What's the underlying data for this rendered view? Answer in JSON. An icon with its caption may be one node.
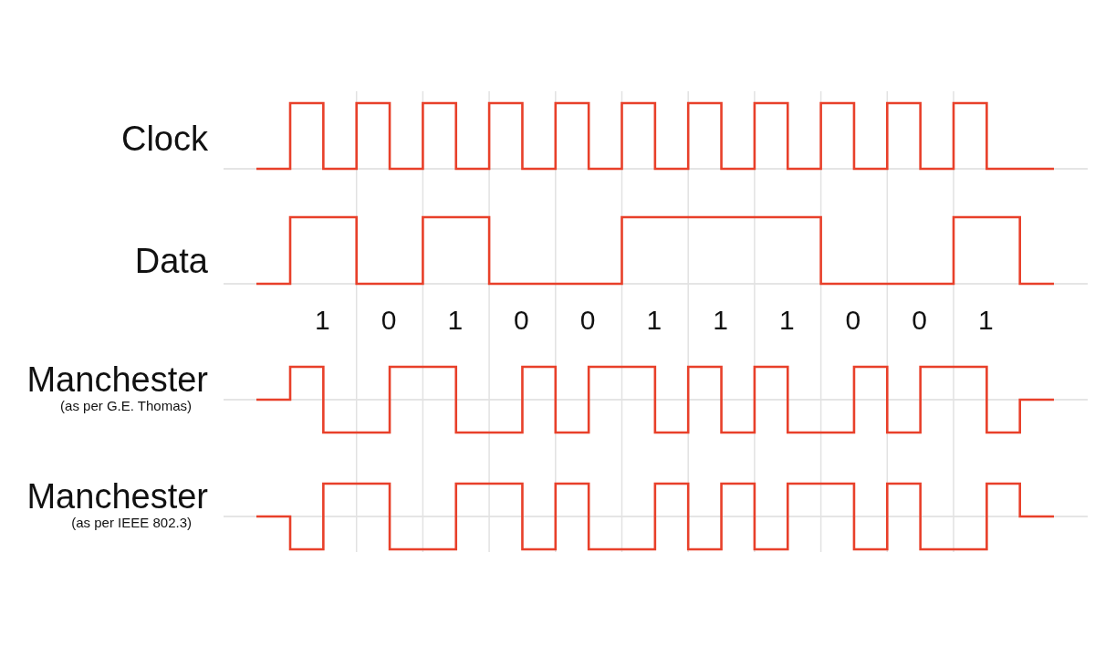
{
  "diagram": {
    "labels": [
      "Clock",
      "Data",
      "1",
      "0",
      "1",
      "0",
      "0",
      "1",
      "1",
      "1",
      "0",
      "0",
      "1",
      "Manchester",
      "(as per G.E. Thomas)",
      "Manchester",
      "(as per IEEE 802.3)"
    ]
  }
}
